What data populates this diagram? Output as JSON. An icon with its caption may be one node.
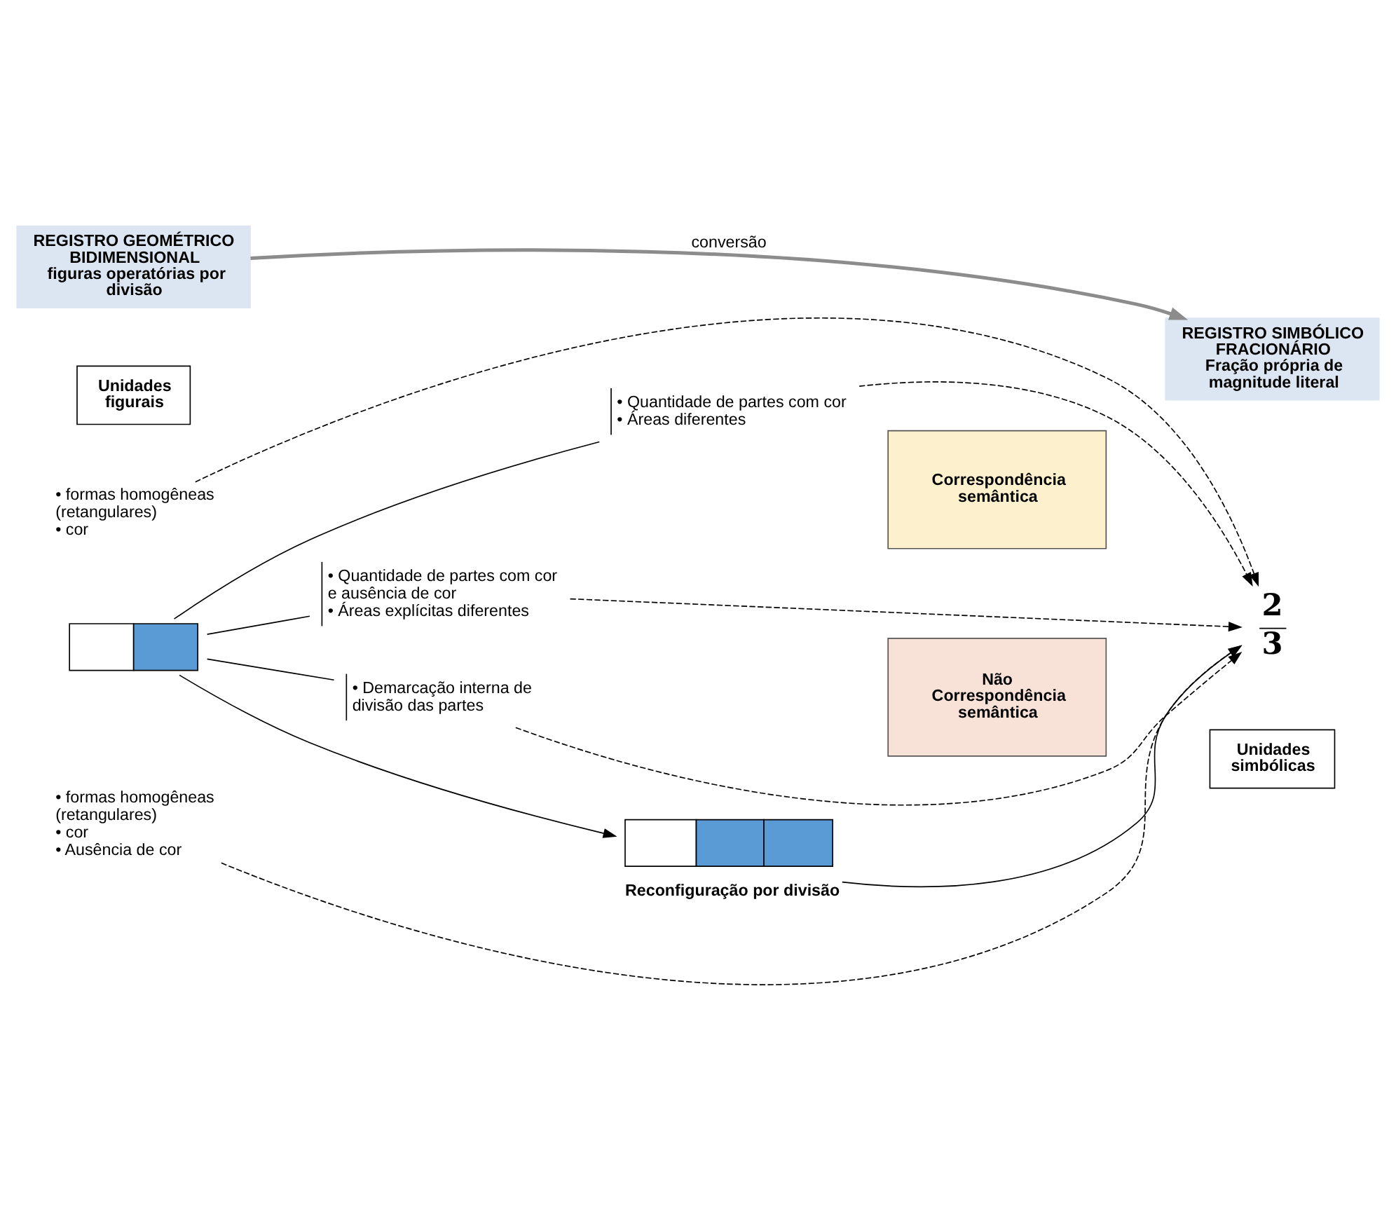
{
  "diagram": {
    "nodes": [
      {
        "text": [
          "REGISTRO GEOMÉTRICO BIDIMENSIONAL",
          "figuras operatórias por divisão"
        ]
      },
      {
        "text": [
          "REGISTRO SIMBÓLICO FRACIONÁRIO",
          "Fração própria de magnitude literal"
        ]
      },
      {
        "text": [
          "Unidades figurais"
        ]
      },
      {
        "text": [
          "• Quantidade de partes com cor",
          "• Áreas diferentes"
        ]
      },
      {
        "text": [
          "• Demarcação interna de divisão das partes"
        ]
      },
      {
        "text": [
          "• Quantidade de partes com cor e ausência de cor",
          "• Áreas explícitas diferentes"
        ]
      },
      {
        "text": [
          "Não Correspondência semântica"
        ]
      },
      {
        "text": [
          "• formas homogêneas (retangulares)",
          "• cor"
        ]
      },
      {
        "text": [],
        "shape": "bar"
      },
      {
        "text": [
          "• formas homogêneas (retangulares)",
          "• cor",
          "• Ausência de cor"
        ]
      },
      {
        "text": [
          "Correspondência semântica"
        ]
      },
      {
        "text": [
          "2",
          "3"
        ]
      },
      {
        "text": [],
        "shape": "bar",
        "beside": [
          "Reconfiguração por divisão"
        ]
      },
      {
        "text": [
          "Unidades simbólicas"
        ]
      }
    ],
    "edges": [
      {
        "from": 0,
        "to": 1,
        "arrow": "to",
        "label": "conversão",
        "style": "thick",
        "color": "#8c8c8c"
      },
      {
        "from": 8,
        "to": 3,
        "arrow": "none"
      },
      {
        "from": 8,
        "to": 4,
        "arrow": "none"
      },
      {
        "from": 8,
        "to": 5,
        "arrow": "none"
      },
      {
        "from": 3,
        "to": 11,
        "arrow": "to",
        "style": "dashed"
      },
      {
        "from": 4,
        "to": 11,
        "arrow": "to",
        "style": "dashed"
      },
      {
        "from": 5,
        "to": 11,
        "arrow": "to",
        "style": "dashed"
      },
      {
        "from": 7,
        "to": 11,
        "arrow": "to",
        "style": "dashed"
      },
      {
        "from": 9,
        "to": 11,
        "arrow": "to",
        "style": "dashed"
      },
      {
        "from": 8,
        "to": 12,
        "arrow": "to"
      },
      {
        "from": 12,
        "to": 11,
        "arrow": "to"
      }
    ]
  }
}
